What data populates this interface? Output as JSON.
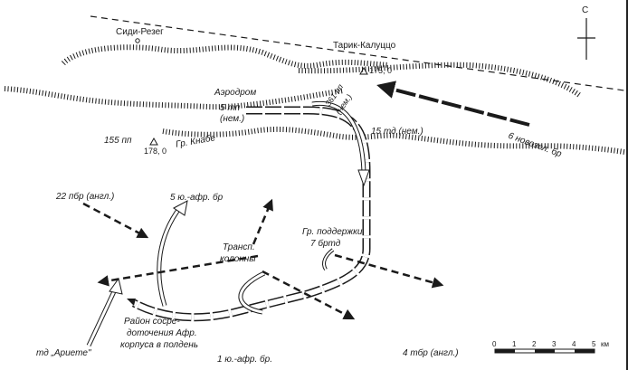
{
  "map": {
    "north_label": "С",
    "places": {
      "sidi_rezeg": "Сиди-Резег",
      "tarik_kalutstso": "Тарик-Калуццо",
      "aerodrom": "Аэродром",
      "height_175": "175, 0",
      "height_178": "178, 0",
      "gr_knabe": "Гр. Кнабе"
    },
    "units": {
      "tp5_line1": "5 тп",
      "tp5_line2": "(нем.)",
      "pp361_line1": "361 пп",
      "pp361_line2": "(нем.)",
      "td15": "15 тд (нем.)",
      "br6": "6 новозел. бр",
      "pp155": "155 пп",
      "pbr22": "22 пбр (англ.)",
      "br5": "5 ю.-афр. бр",
      "transport_line1": "Трансп.",
      "transport_line2": "колонны",
      "support_line1": "Гр. поддержки",
      "support_line2": "7 бртд",
      "ariete": "тд „Ариете\"",
      "br1": "1 ю.-афр. бр.",
      "tbr4": "4 тбр (англ.)",
      "area_line1": "Район сосре-",
      "area_line2": "доточения Афр.",
      "area_line3": "корпуса в полдень"
    },
    "scale": {
      "unit": "км",
      "ticks": [
        "0",
        "1",
        "2",
        "3",
        "4",
        "5"
      ]
    },
    "colors": {
      "ink": "#1a1a1a",
      "paper": "#ffffff"
    }
  }
}
